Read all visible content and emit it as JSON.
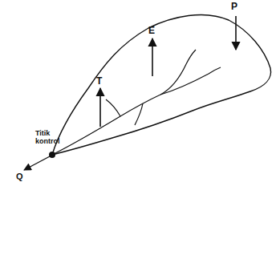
{
  "diagram": {
    "labels": [
      "P",
      "E",
      "T",
      "Titik kontrol",
      "Q"
    ]
  }
}
